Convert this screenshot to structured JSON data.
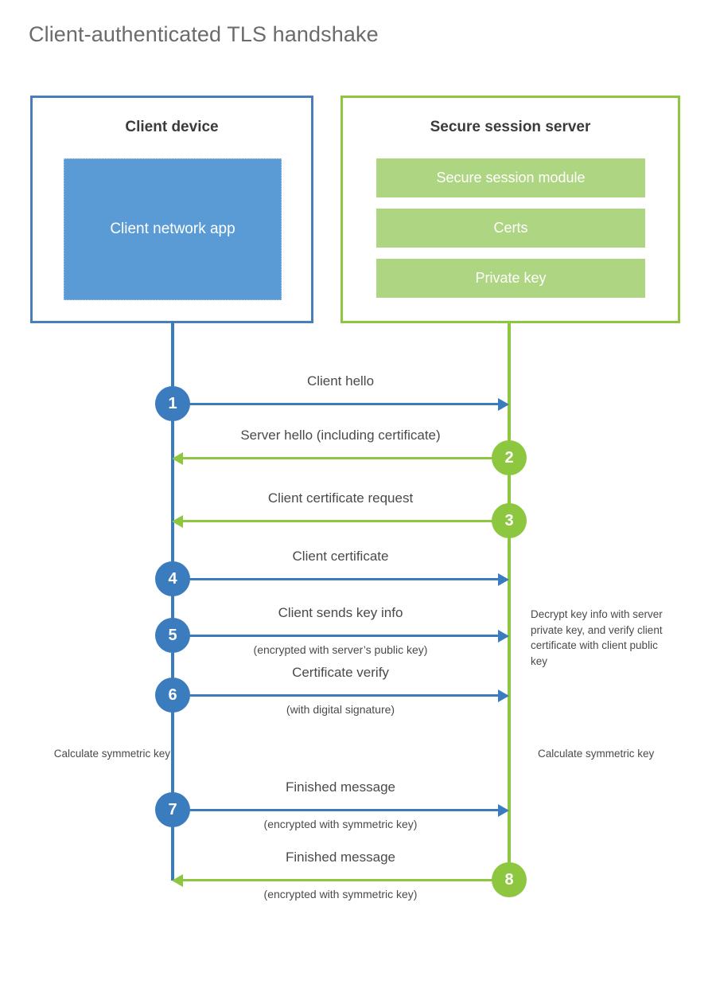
{
  "title": "Client-authenticated TLS handshake",
  "colors": {
    "blue_border": "#4a7ebb",
    "blue_line": "#3a7cbe",
    "blue_fill": "#5b9bd5",
    "green_border": "#8dc63f",
    "green_line": "#8dc63f",
    "green_fill": "#aed581",
    "title_text": "#6b6b6b",
    "body_text": "#4a4a4a"
  },
  "client": {
    "title": "Client device",
    "app_label": "Client network app"
  },
  "server": {
    "title": "Secure session server",
    "modules": [
      {
        "label": "Secure session module"
      },
      {
        "label": "Certs"
      },
      {
        "label": "Private key"
      }
    ]
  },
  "messages": [
    {
      "number": "1",
      "label": "Client hello",
      "sublabel": "",
      "direction": "client-to-server",
      "color": "blue"
    },
    {
      "number": "2",
      "label": "Server hello (including certificate)",
      "sublabel": "",
      "direction": "server-to-client",
      "color": "green"
    },
    {
      "number": "3",
      "label": "Client certificate request",
      "sublabel": "",
      "direction": "server-to-client",
      "color": "green"
    },
    {
      "number": "4",
      "label": "Client certificate",
      "sublabel": "",
      "direction": "client-to-server",
      "color": "blue"
    },
    {
      "number": "5",
      "label": "Client sends key info",
      "sublabel": "(encrypted with server’s public key)",
      "direction": "client-to-server",
      "color": "blue"
    },
    {
      "number": "6",
      "label": "Certificate verify",
      "sublabel": "(with digital signature)",
      "direction": "client-to-server",
      "color": "blue"
    },
    {
      "number": "7",
      "label": "Finished message",
      "sublabel": "(encrypted with symmetric key)",
      "direction": "client-to-server",
      "color": "blue"
    },
    {
      "number": "8",
      "label": "Finished message",
      "sublabel": "(encrypted with symmetric key)",
      "direction": "server-to-client",
      "color": "green"
    }
  ],
  "notes": {
    "decrypt": "Decrypt key info with server private key, and verify client certificate with client public key",
    "calculate_client": "Calculate symmetric key",
    "calculate_server": "Calculate symmetric key"
  }
}
